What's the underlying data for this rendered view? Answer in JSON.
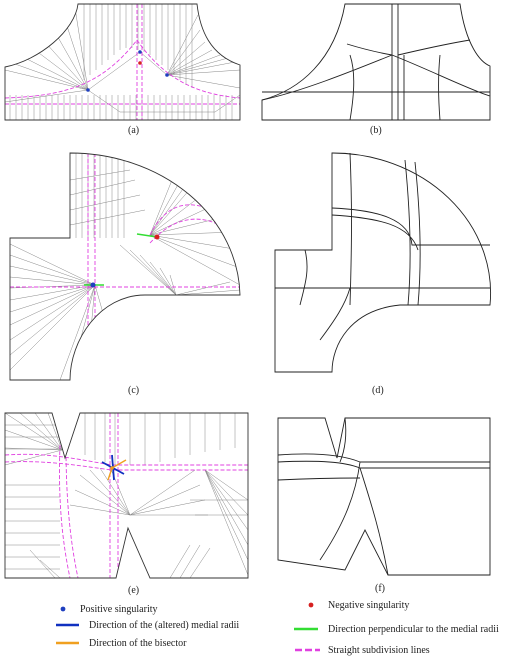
{
  "panels": [
    {
      "label": "(a)"
    },
    {
      "label": "(b)"
    },
    {
      "label": "(c)"
    },
    {
      "label": "(d)"
    },
    {
      "label": "(e)"
    },
    {
      "label": "(f)"
    }
  ],
  "legend": [
    {
      "marker": "dot",
      "color": "#1f3fbf",
      "text": "Positive singularity"
    },
    {
      "marker": "dot",
      "color": "#d62020",
      "text": "Negative singularity"
    },
    {
      "marker": "line",
      "color": "#1030c0",
      "text": "Direction of the (altered) medial radii"
    },
    {
      "marker": "line",
      "color": "#33dd33",
      "text": "Direction perpendicular to the medial radii"
    },
    {
      "marker": "line",
      "color": "#f0a020",
      "text": "Direction of the bisector"
    },
    {
      "marker": "dash",
      "color": "#e040e0",
      "text": "Straight subdivision lines"
    }
  ]
}
